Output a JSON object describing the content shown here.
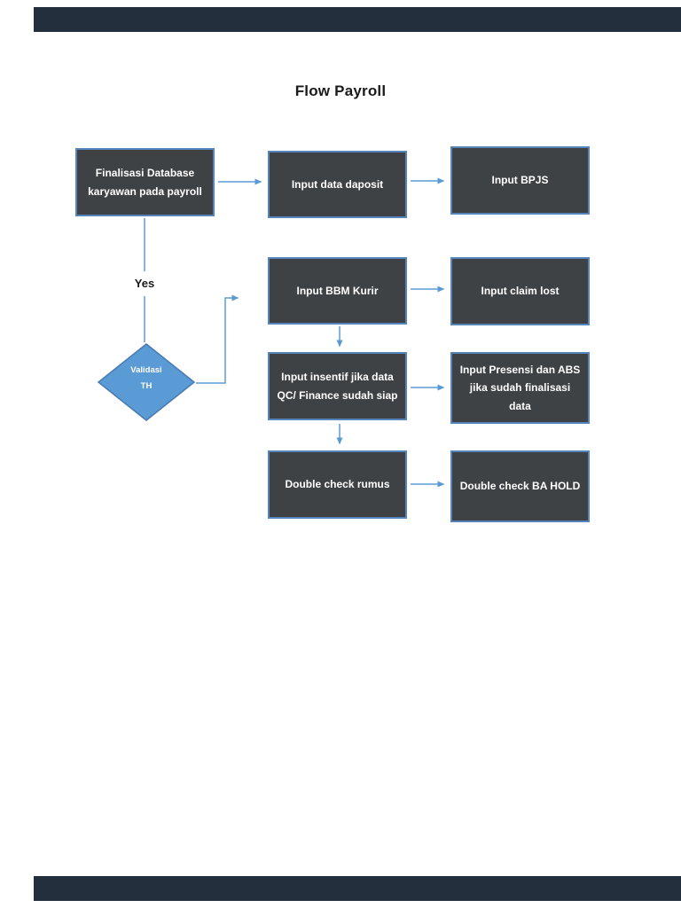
{
  "title": "Flow Payroll",
  "flowchart": {
    "nodes": [
      {
        "id": "finalisasi-database",
        "label": "Finalisasi Database karyawan pada payroll"
      },
      {
        "id": "input-data-daposit",
        "label": "Input data daposit"
      },
      {
        "id": "input-bpjs",
        "label": "Input BPJS"
      },
      {
        "id": "input-bbm-kurir",
        "label": "Input BBM Kurir"
      },
      {
        "id": "input-claim-lost",
        "label": "Input claim lost"
      },
      {
        "id": "input-insentif",
        "label": "Input insentif jika data QC/ Finance sudah siap"
      },
      {
        "id": "input-presensi",
        "label": "Input Presensi dan ABS jika sudah finalisasi data"
      },
      {
        "id": "double-check-rumus",
        "label": "Double check rumus"
      },
      {
        "id": "double-check-ba-hold",
        "label": "Double check BA HOLD"
      }
    ],
    "decision": {
      "line1": "Validasi",
      "line2": "TH"
    },
    "labels": {
      "yes": "Yes"
    },
    "colors": {
      "node_fill": "#3f4245",
      "node_border": "#5585bb",
      "node_text": "#ffffff",
      "connector": "#5b9bd5",
      "decision_fill": "#5b9bd5",
      "decision_border": "#4a7ab2",
      "viewer_bar": "#232f3c",
      "title_text": "#1a1a1a"
    }
  }
}
